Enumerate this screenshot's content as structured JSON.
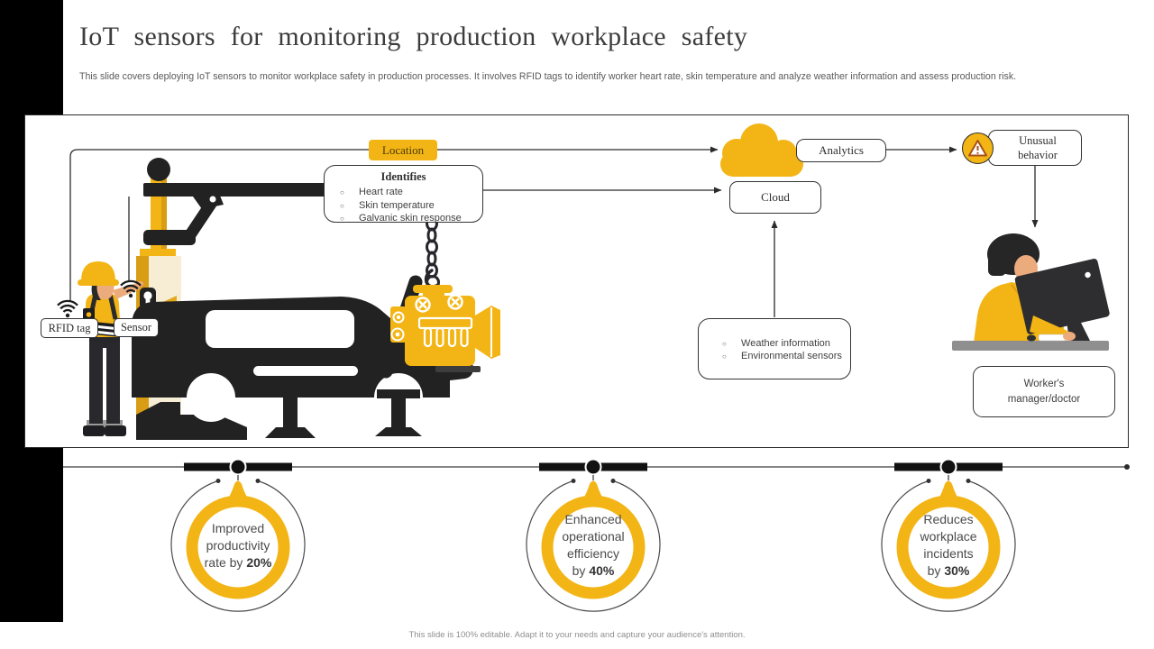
{
  "slide": {
    "title": "IoT sensors for monitoring production workplace safety",
    "subtitle": "This slide covers deploying IoT sensors to monitor workplace safety in production processes. It involves RFID tags to identify worker heart rate, skin temperature and analyze weather information and assess production risk.",
    "footer": "This slide is 100% editable. Adapt it to your needs and capture your audience's attention."
  },
  "diagram": {
    "labels": {
      "location": "Location",
      "rfid_tag": "RFID tag",
      "sensor": "Sensor",
      "analytics": "Analytics",
      "cloud": "Cloud",
      "unusual_behavior": "Unusual behavior",
      "manager": "Worker's manager/doctor"
    },
    "identifies": {
      "title": "Identifies",
      "items": [
        "Heart rate",
        "Skin temperature",
        "Galvanic skin response"
      ]
    },
    "weather": {
      "items": [
        "Weather information",
        "Environmental sensors"
      ]
    },
    "icons": {
      "wifi": "wifi-signal",
      "warning": "warning-triangle",
      "cloud": "cloud",
      "keyhole": "sensor-keyhole"
    }
  },
  "stats": [
    {
      "lines": [
        "Improved",
        "productivity"
      ],
      "last_plain": "rate by",
      "last_bold": "20%"
    },
    {
      "lines": [
        "Enhanced",
        "operational",
        "efficiency"
      ],
      "last_plain": "by",
      "last_bold": "40%"
    },
    {
      "lines": [
        "Reduces",
        "workplace",
        "incidents"
      ],
      "last_plain": "by",
      "last_bold": "30%"
    }
  ],
  "colors": {
    "accent_yellow": "#F3B515",
    "gold_dark": "#D99C15",
    "ink": "#2B2B2B",
    "skin": "#ECAB7D"
  }
}
